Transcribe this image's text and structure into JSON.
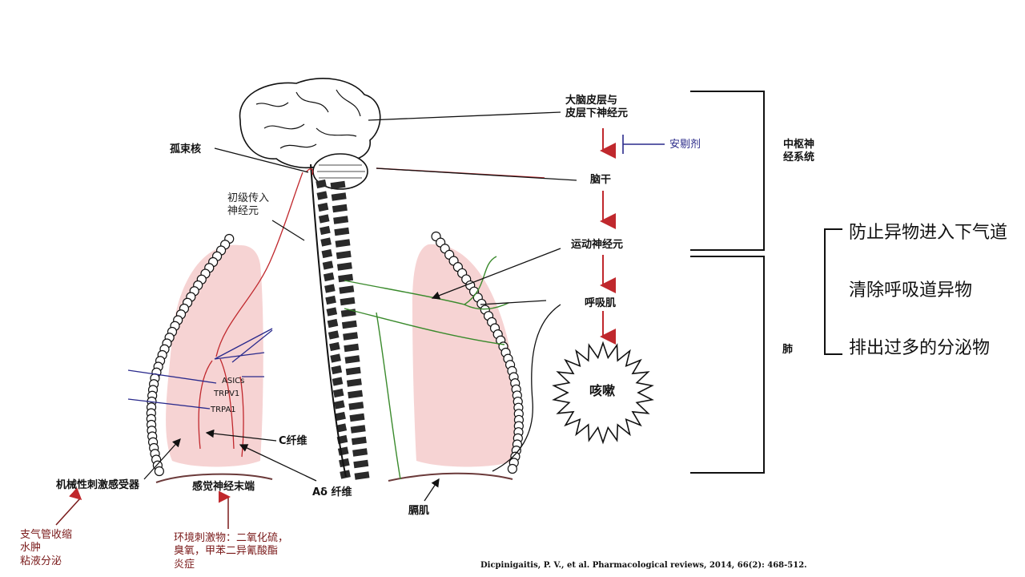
{
  "labels": {
    "cortex": "大脑皮层与\n皮层下神经元",
    "sedative": "安剔剂",
    "nts": "孤束核",
    "primary_afferent": "初级传入\n神经元",
    "brainstem": "脑干",
    "motor_neuron": "运动神经元",
    "respiratory_muscle": "呼吸肌",
    "cough": "咳嗽",
    "cns": "中枢神\n经系统",
    "lung": "肺",
    "asics": "ASICs",
    "trpv1": "TRPV1",
    "trpa1": "TRPA1",
    "c_fiber": "C纤维",
    "a_delta": "Aδ 纤维",
    "mechanoreceptor": "机械性刺激感受器",
    "sensory_ending": "感觉神经末端",
    "diaphragm": "膈肌",
    "mech_stimuli": "支气管收缩\n水肿\n粘液分泌",
    "env_stimuli": "环境刺激物：二氧化硫，\n臭氧，甲苯二异氰酸酯\n炎症"
  },
  "functions": [
    "防止异物进入下气道",
    "清除呼吸道异物",
    "排出过多的分泌物"
  ],
  "citation": "Dicpinigaitis, P. V., et al. Pharmacological reviews, 2014, 66(2): 468-512.",
  "colors": {
    "lung_fill": "#f6d3d3",
    "red_arrow": "#c0282d",
    "nerve_green": "#3a8a2c",
    "receptor_blue": "#2a2a8c"
  }
}
